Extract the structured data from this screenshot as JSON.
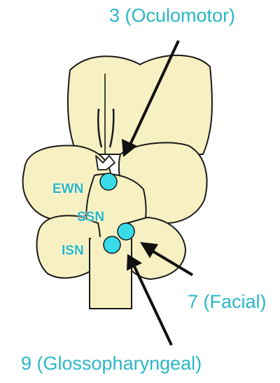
{
  "labels": {
    "oculomotor": "3 (Oculomotor)",
    "facial": "7 (Facial)",
    "glossopharyngeal": "9 (Glossopharyngeal)",
    "ewn": "EWN",
    "ssn": "SSN",
    "isn": "ISN"
  },
  "colors": {
    "accent": "#2ab7c6",
    "brain_fill": "#f7f0c2",
    "outline": "#1a1a1a"
  }
}
